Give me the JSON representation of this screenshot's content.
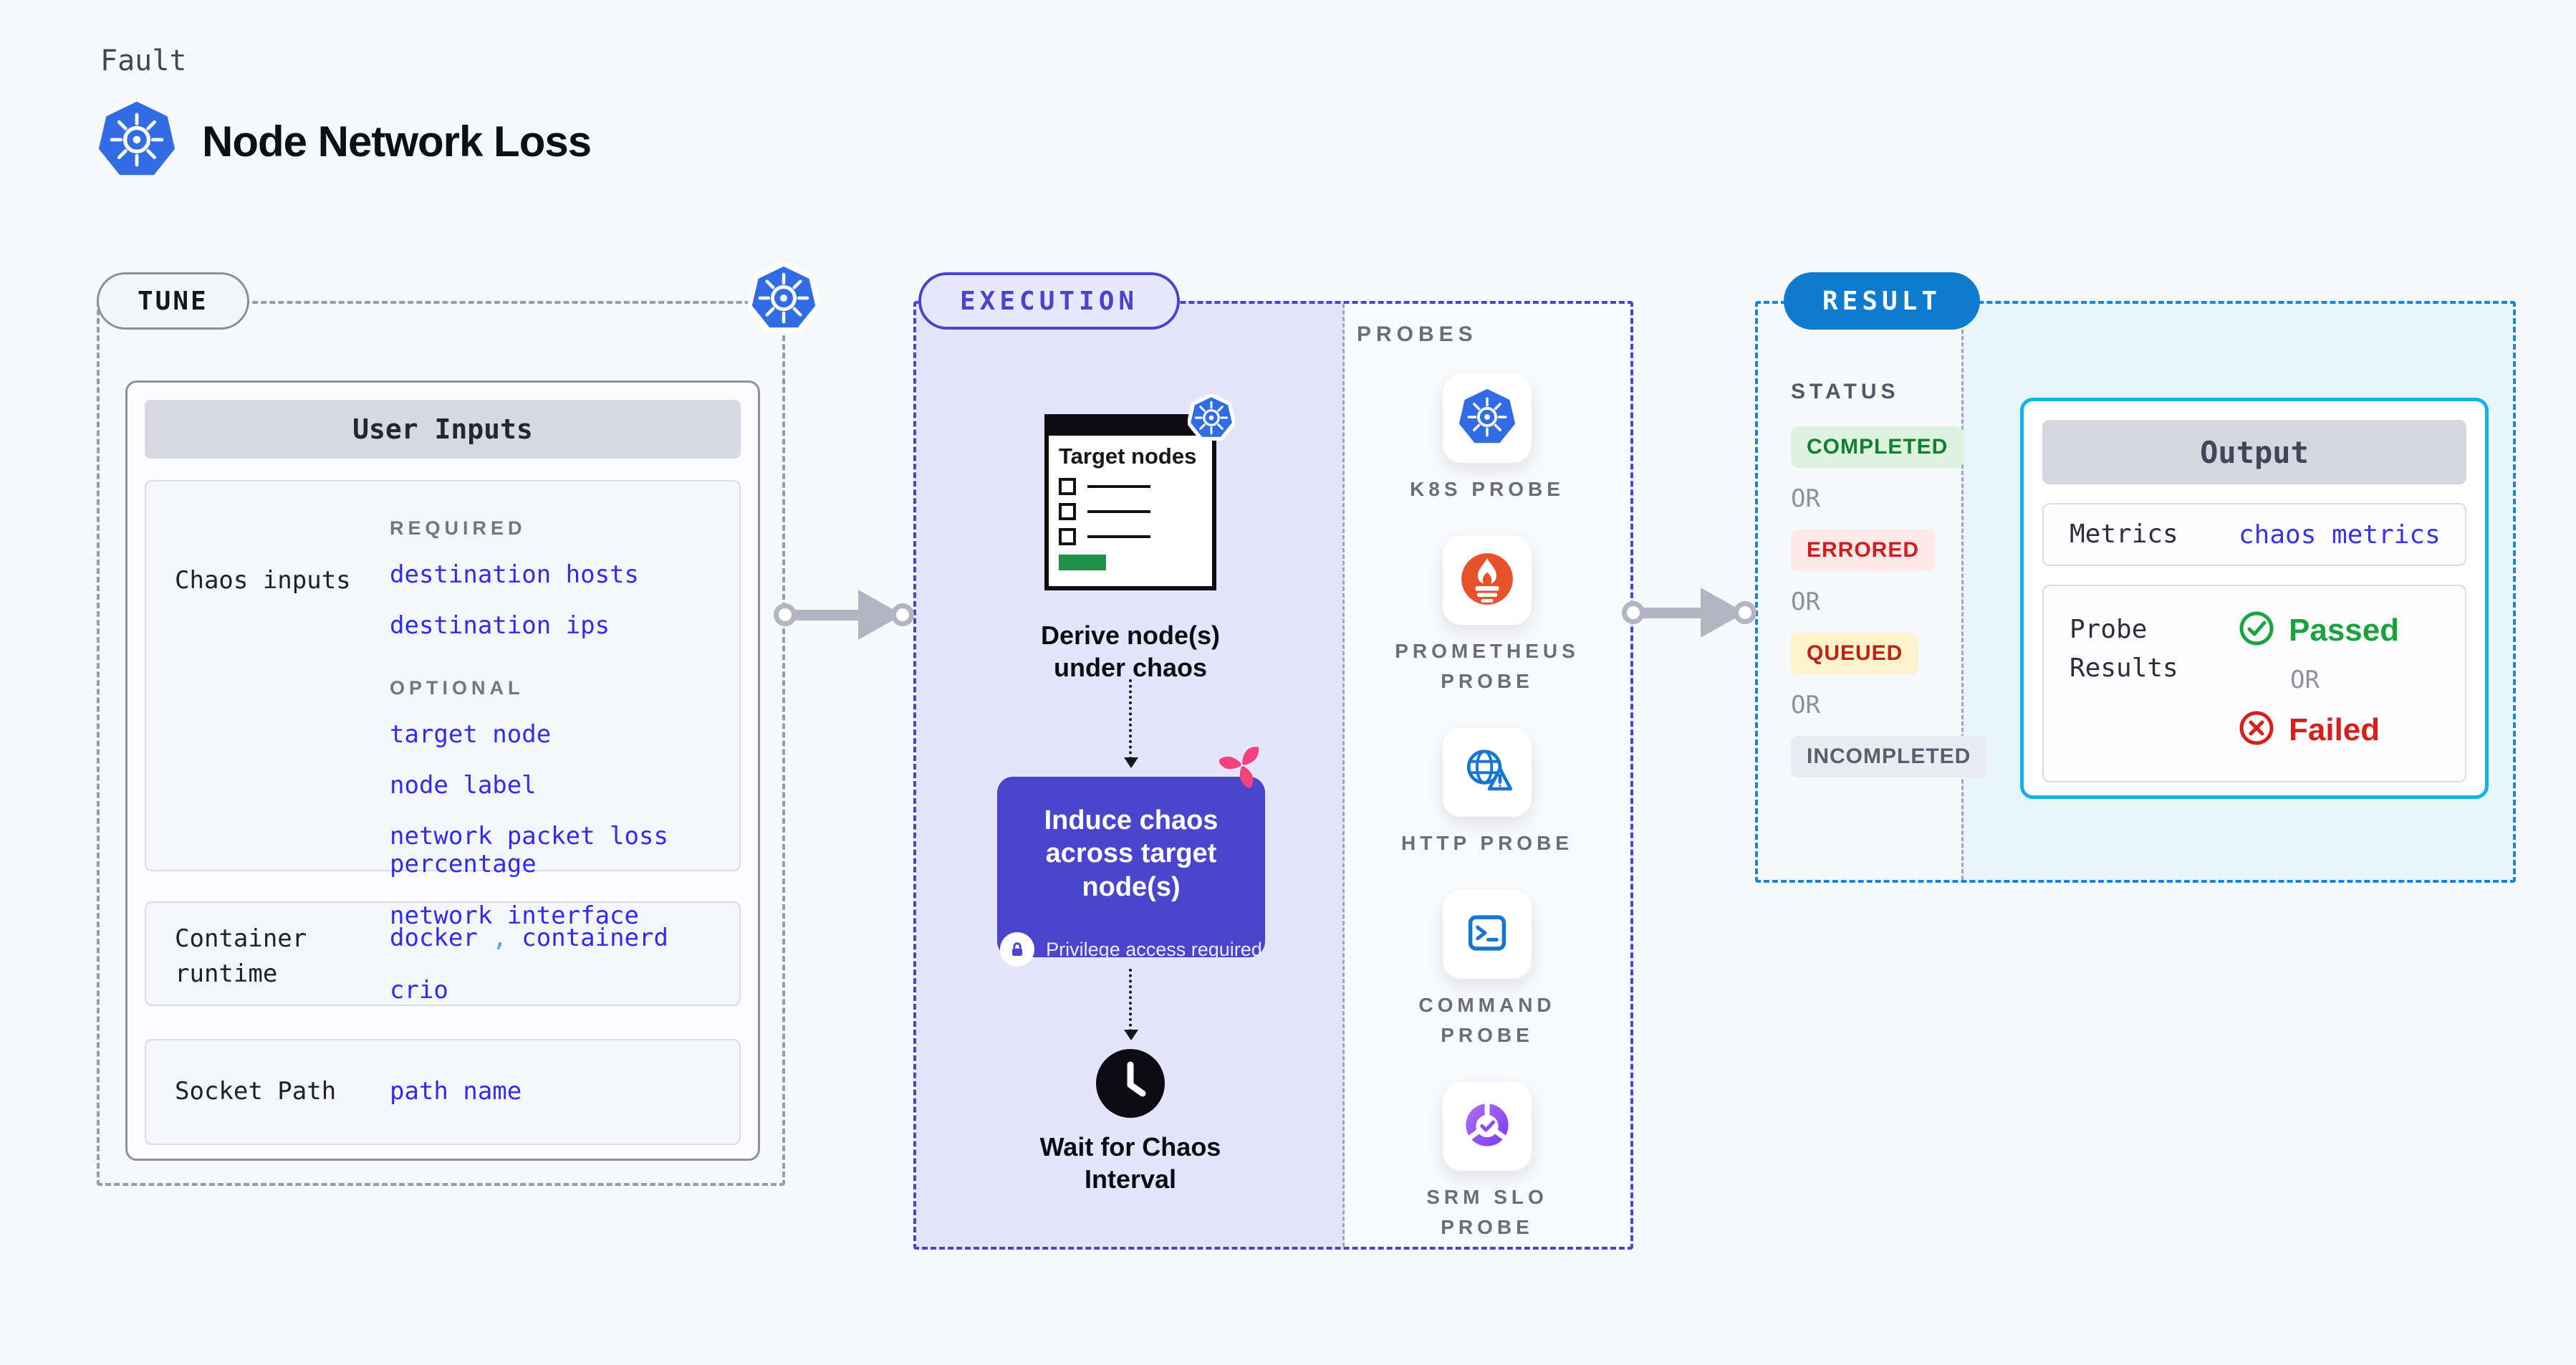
{
  "page": {
    "kicker": "Fault",
    "title": "Node Network Loss"
  },
  "tune": {
    "label": "TUNE",
    "user_inputs": {
      "header": "User Inputs",
      "chaos_inputs": {
        "label": "Chaos inputs",
        "required_label": "REQUIRED",
        "required": [
          "destination hosts",
          "destination ips"
        ],
        "optional_label": "OPTIONAL",
        "optional": [
          "target node",
          "node label",
          "network packet loss percentage",
          "network interface"
        ]
      },
      "container_runtime": {
        "label": "Container runtime",
        "value1": "docker",
        "separator": ",",
        "value2": "containerd",
        "value3": "crio"
      },
      "socket_path": {
        "label": "Socket Path",
        "value": "path name"
      }
    }
  },
  "execution": {
    "label": "EXECUTION",
    "target_nodes_title": "Target nodes",
    "derive_label": "Derive node(s) under chaos",
    "induce_label": "Induce chaos across target node(s)",
    "privilege_label": "Privilege access required",
    "wait_label": "Wait for Chaos Interval"
  },
  "probes": {
    "label": "PROBES",
    "items": [
      {
        "label": "K8S PROBE"
      },
      {
        "label": "PROMETHEUS PROBE"
      },
      {
        "label": "HTTP PROBE"
      },
      {
        "label": "COMMAND PROBE"
      },
      {
        "label": "SRM SLO PROBE"
      }
    ]
  },
  "result": {
    "label": "RESULT",
    "status_label": "STATUS",
    "or": "OR",
    "statuses": [
      {
        "label": "COMPLETED"
      },
      {
        "label": "ERRORED"
      },
      {
        "label": "QUEUED"
      },
      {
        "label": "INCOMPLETED"
      }
    ],
    "output": {
      "header": "Output",
      "metrics_label": "Metrics",
      "metrics_value": "chaos metrics",
      "probe_results_label": "Probe Results",
      "passed": "Passed",
      "failed": "Failed"
    }
  },
  "colors": {
    "k8s_blue": "#326ce5",
    "accent_indigo": "#4a43cf",
    "result_blue": "#0e7bce",
    "output_cyan": "#14b2e8",
    "link_blue": "#2f2cee",
    "passed_green": "#18a33e",
    "failed_red": "#d6201c",
    "queued_yellow_bg": "#fcf2cb",
    "prometheus_orange": "#e6522c",
    "srm_purple": "#8b4df2",
    "litmus_pink": "#f5417e",
    "green_bar": "#1d9348",
    "lavender_bg": "#e6e4fa",
    "cyan_bg": "#e8f5fb"
  }
}
